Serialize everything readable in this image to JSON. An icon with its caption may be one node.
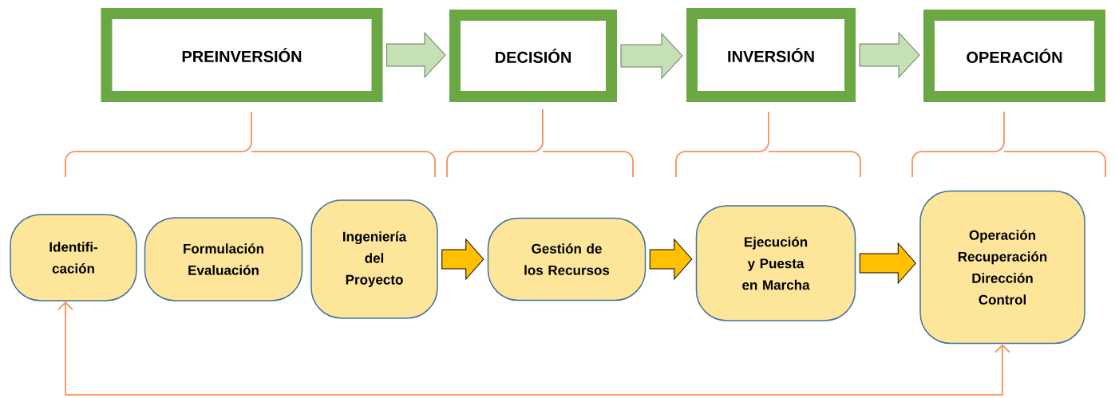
{
  "diagram": {
    "nodes": [
      {
        "text": [
          "PREINVERSIÓN"
        ]
      },
      {
        "text": [
          "DECISIÓN"
        ]
      },
      {
        "text": [
          "INVERSIÓN"
        ]
      },
      {
        "text": [
          "OPERACIÓN"
        ]
      },
      {
        "text": [
          "Identifi- cación"
        ]
      },
      {
        "text": [
          "Formulación Evaluación"
        ]
      },
      {
        "text": [
          "Ingeniería del Proyecto"
        ]
      },
      {
        "text": [
          "Gestión de los Recursos"
        ]
      },
      {
        "text": [
          "Ejecución y Puesta en Marcha"
        ]
      },
      {
        "text": [
          "Operación Recuperación Dirección Control"
        ]
      }
    ],
    "edges": [
      {
        "from": 0,
        "to": 1,
        "arrow": "to",
        "style": "thick",
        "color": "#c5e0b4"
      },
      {
        "from": 1,
        "to": 2,
        "arrow": "to",
        "style": "thick",
        "color": "#c5e0b4"
      },
      {
        "from": 2,
        "to": 3,
        "arrow": "to",
        "style": "thick",
        "color": "#c5e0b4"
      },
      {
        "from": 6,
        "to": 7,
        "arrow": "to",
        "style": "thick",
        "color": "#ffc000"
      },
      {
        "from": 7,
        "to": 8,
        "arrow": "to",
        "style": "thick",
        "color": "#ffc000"
      },
      {
        "from": 8,
        "to": 9,
        "arrow": "to",
        "style": "thick",
        "color": "#ffc000"
      },
      {
        "from": 4,
        "to": 9,
        "arrow": "both",
        "color": "#fb9a6c"
      }
    ]
  }
}
